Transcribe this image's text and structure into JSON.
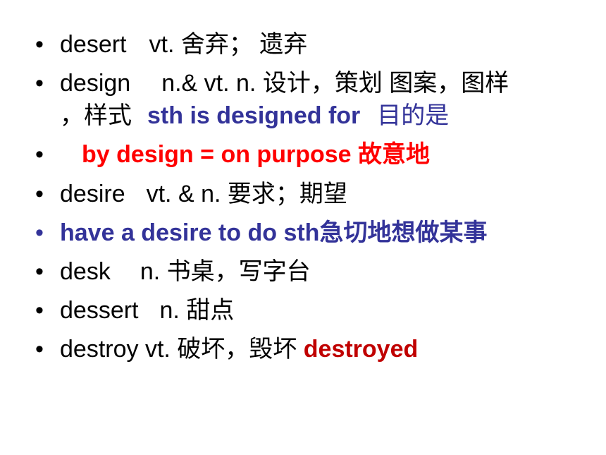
{
  "colors": {
    "black": "#000000",
    "blue": "#333399",
    "red": "#ff0000",
    "dark_red": "#c00000"
  },
  "bullet_glyph": "•",
  "entries": [
    {
      "word": "desert",
      "pos": "vt.",
      "meaning": "舍弃；  遗弃"
    },
    {
      "word": "design",
      "pos": "n.& vt. n.",
      "meaning": "设计，策划 图案，图样",
      "meaning_cont": "，样式",
      "phrase": "sth is designed for",
      "phrase_meaning": "目的是"
    },
    {
      "phrase": "by design = on purpose 故意地"
    },
    {
      "word": "desire",
      "pos": "vt. & n.",
      "meaning": "要求；期望"
    },
    {
      "phrase": "have a desire to do sth急切地想做某事"
    },
    {
      "word": "desk",
      "pos": "n.",
      "meaning": "书桌，写字台"
    },
    {
      "word": "dessert",
      "pos": "n.",
      "meaning": "甜点"
    },
    {
      "word": "destroy",
      "pos": "vt.",
      "meaning": "破坏，毁坏",
      "extra": "destroyed"
    }
  ]
}
